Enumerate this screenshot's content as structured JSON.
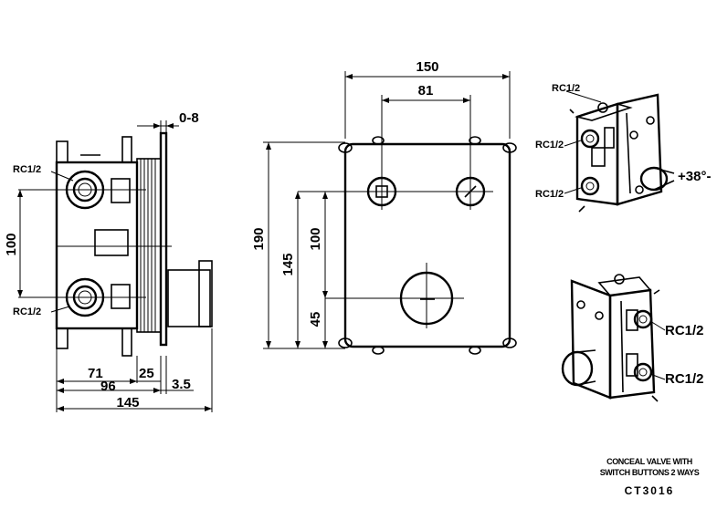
{
  "side_view": {
    "port_top": "RC1/2",
    "port_bottom": "RC1/2",
    "dim_height": "100",
    "dim_gap": "0-8",
    "dim_71": "71",
    "dim_96": "96",
    "dim_25": "25",
    "dim_35": "3.5",
    "dim_145": "145"
  },
  "front_view": {
    "dim_width": "150",
    "dim_spacing": "81",
    "dim_height": "190",
    "dim_145": "145",
    "dim_100": "100",
    "dim_45": "45"
  },
  "iso_top": {
    "port_top": "RC1/2",
    "port_left_top": "RC1/2",
    "port_left_bottom": "RC1/2",
    "angle": "+38°-"
  },
  "iso_bottom": {
    "port_top": "RC1/2",
    "port_bottom": "RC1/2"
  },
  "caption": {
    "line1": "CONCEAL VALVE WITH",
    "line2": "SWITCH BUTTONS 2 WAYS",
    "model": "CT3016"
  }
}
